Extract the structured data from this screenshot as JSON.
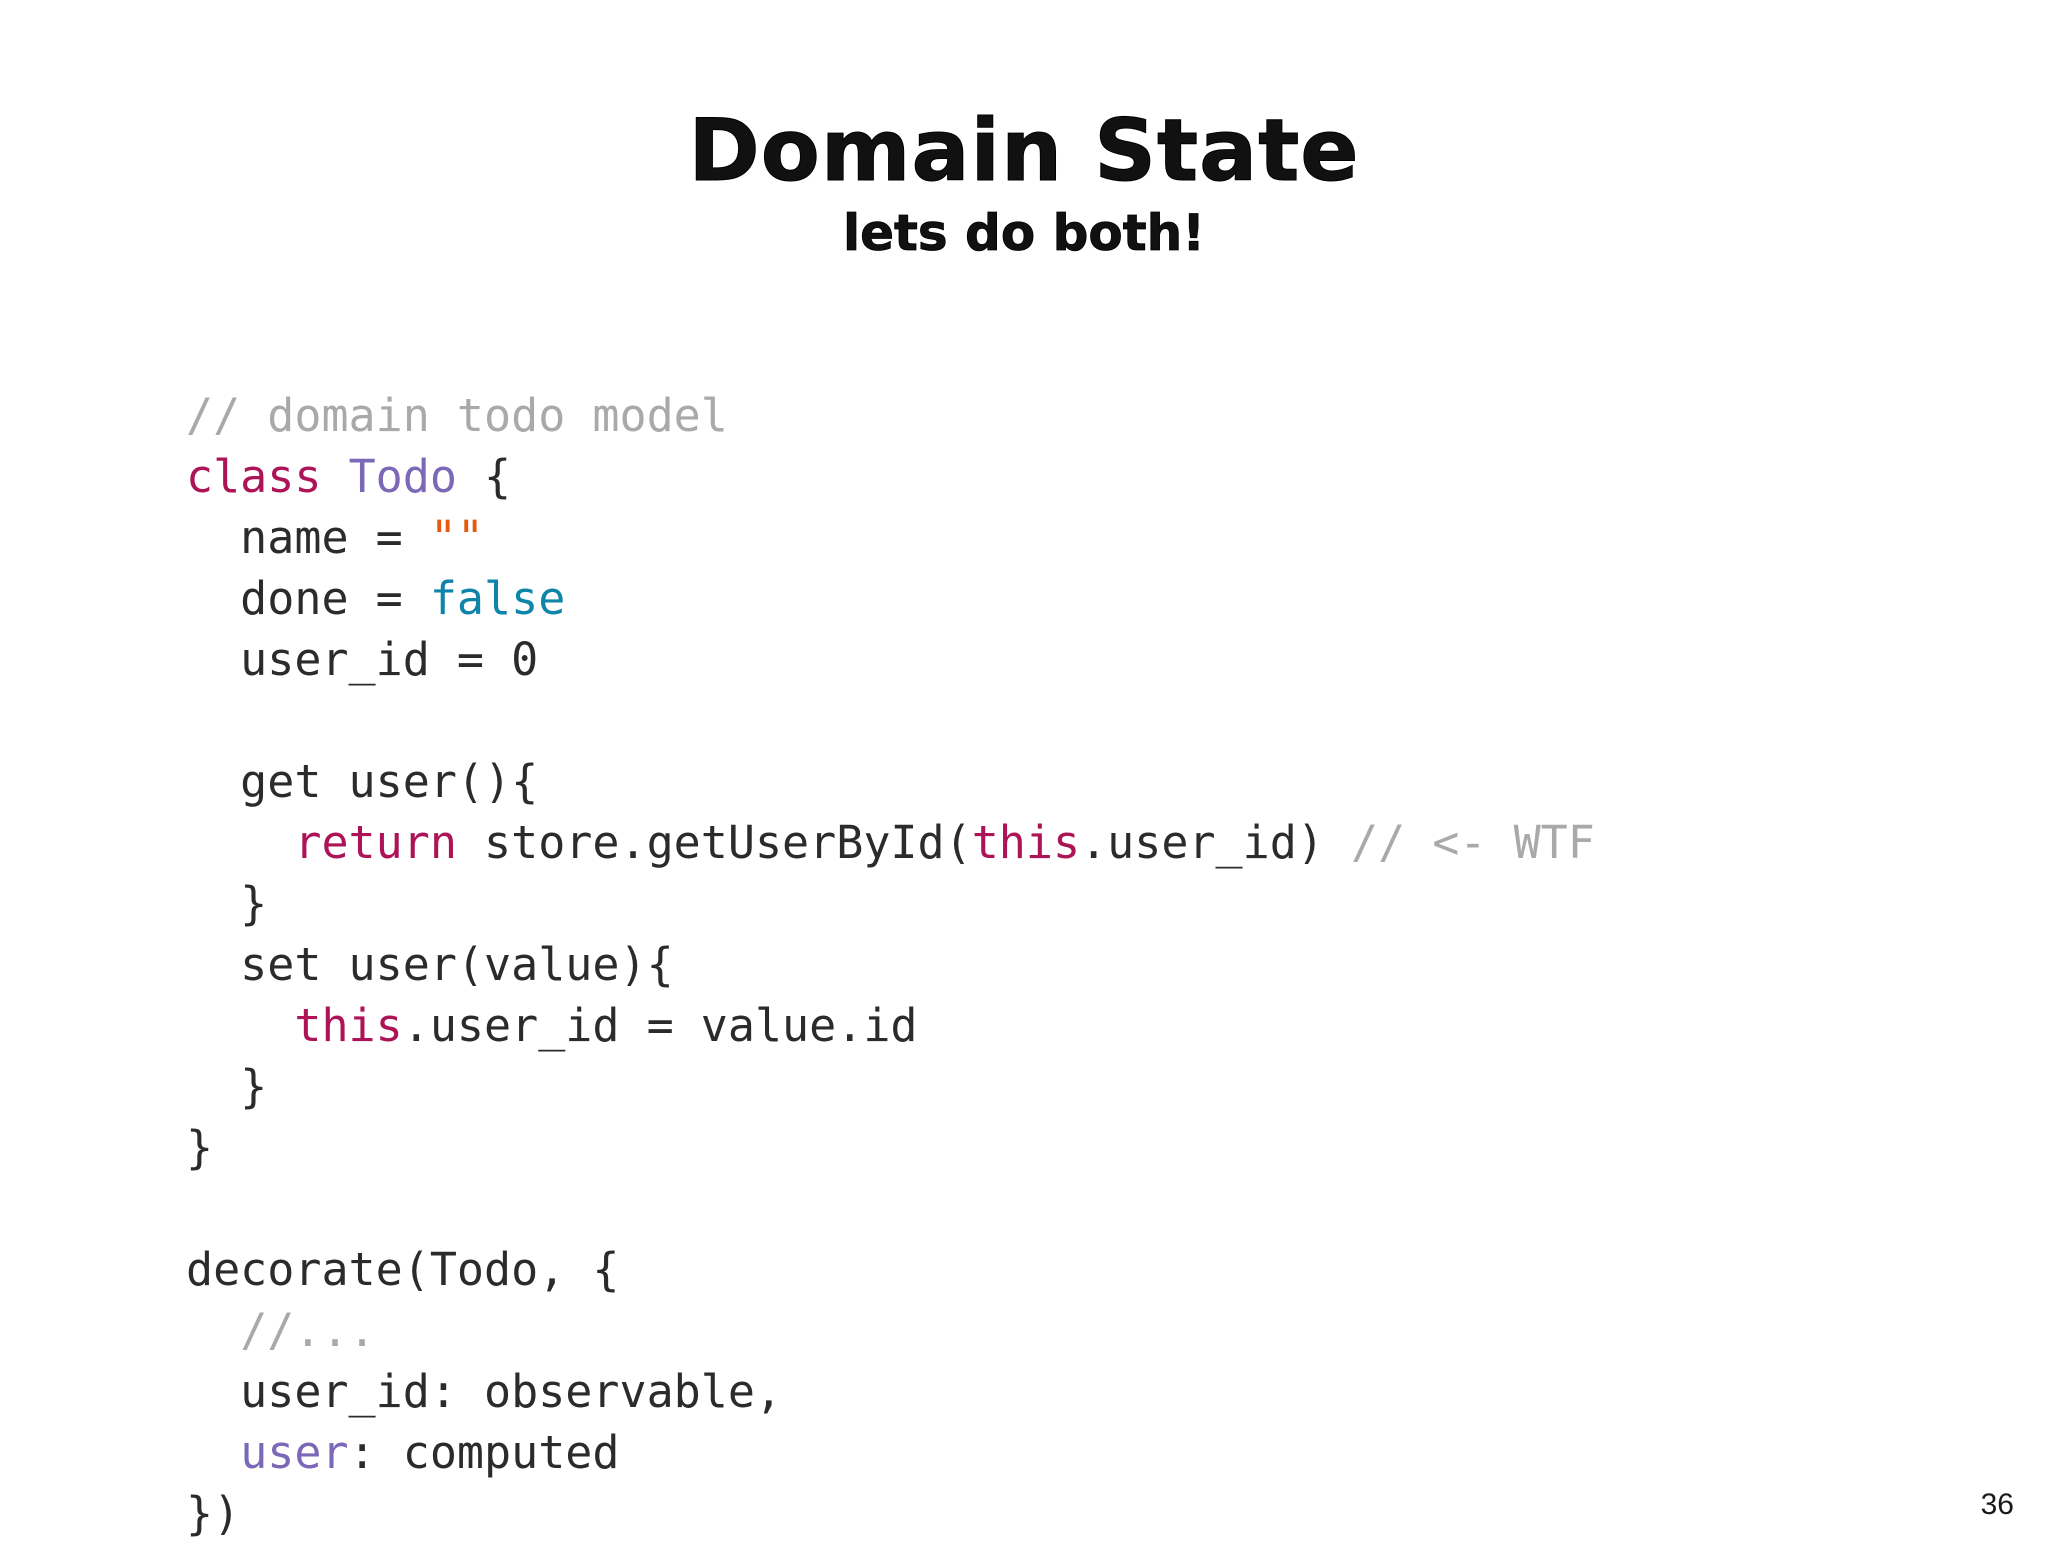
{
  "slide": {
    "title": "Domain State",
    "subtitle": "lets do both!",
    "page_number": "36",
    "background_color": "#ffffff"
  },
  "colors": {
    "comment": "#a9a9a9",
    "keyword": "#ad1457",
    "class_name": "#7b68b6",
    "string": "#e8590c",
    "boolean": "#0e84a8",
    "plain_text": "#2b2b2b",
    "page_number": "#1a1a1a"
  },
  "code": {
    "language": "javascript",
    "lines": [
      {
        "id": "line-1",
        "tokens": [
          {
            "text": "// domain todo model",
            "type": "comment"
          }
        ]
      },
      {
        "id": "line-2",
        "tokens": [
          {
            "text": "class",
            "type": "keyword"
          },
          {
            "text": " ",
            "type": "plain"
          },
          {
            "text": "Todo",
            "type": "class_name"
          },
          {
            "text": " {",
            "type": "plain"
          }
        ]
      },
      {
        "id": "line-3",
        "tokens": [
          {
            "text": "  name = ",
            "type": "plain"
          },
          {
            "text": "\"\"",
            "type": "string"
          }
        ]
      },
      {
        "id": "line-4",
        "tokens": [
          {
            "text": "  done = ",
            "type": "plain"
          },
          {
            "text": "false",
            "type": "boolean"
          }
        ]
      },
      {
        "id": "line-5",
        "tokens": [
          {
            "text": "  user_id = 0",
            "type": "plain"
          }
        ]
      },
      {
        "id": "line-6",
        "blank": true,
        "tokens": []
      },
      {
        "id": "line-7",
        "tokens": [
          {
            "text": "  get user(){",
            "type": "plain"
          }
        ]
      },
      {
        "id": "line-8",
        "tokens": [
          {
            "text": "    ",
            "type": "plain"
          },
          {
            "text": "return",
            "type": "keyword"
          },
          {
            "text": " store.getUserById(",
            "type": "plain"
          },
          {
            "text": "this",
            "type": "keyword"
          },
          {
            "text": ".user_id) ",
            "type": "plain"
          },
          {
            "text": "// <- WTF",
            "type": "comment"
          }
        ]
      },
      {
        "id": "line-9",
        "tokens": [
          {
            "text": "  }",
            "type": "plain"
          }
        ]
      },
      {
        "id": "line-10",
        "tokens": [
          {
            "text": "  set user(value){",
            "type": "plain"
          }
        ]
      },
      {
        "id": "line-11",
        "tokens": [
          {
            "text": "    ",
            "type": "plain"
          },
          {
            "text": "this",
            "type": "keyword"
          },
          {
            "text": ".user_id = value.id",
            "type": "plain"
          }
        ]
      },
      {
        "id": "line-12",
        "tokens": [
          {
            "text": "  }",
            "type": "plain"
          }
        ]
      },
      {
        "id": "line-13",
        "tokens": [
          {
            "text": "}",
            "type": "plain"
          }
        ]
      },
      {
        "id": "line-14",
        "blank": true,
        "tokens": []
      },
      {
        "id": "line-15",
        "tokens": [
          {
            "text": "decorate(Todo, {",
            "type": "plain"
          }
        ]
      },
      {
        "id": "line-16",
        "tokens": [
          {
            "text": "  ",
            "type": "plain"
          },
          {
            "text": "//...",
            "type": "comment"
          }
        ]
      },
      {
        "id": "line-17",
        "tokens": [
          {
            "text": "  user_id: observable,",
            "type": "plain"
          }
        ]
      },
      {
        "id": "line-18",
        "tokens": [
          {
            "text": "  ",
            "type": "plain"
          },
          {
            "text": "user",
            "type": "prop"
          },
          {
            "text": ": computed",
            "type": "plain"
          }
        ]
      },
      {
        "id": "line-19",
        "tokens": [
          {
            "text": "})",
            "type": "plain"
          }
        ]
      }
    ]
  }
}
